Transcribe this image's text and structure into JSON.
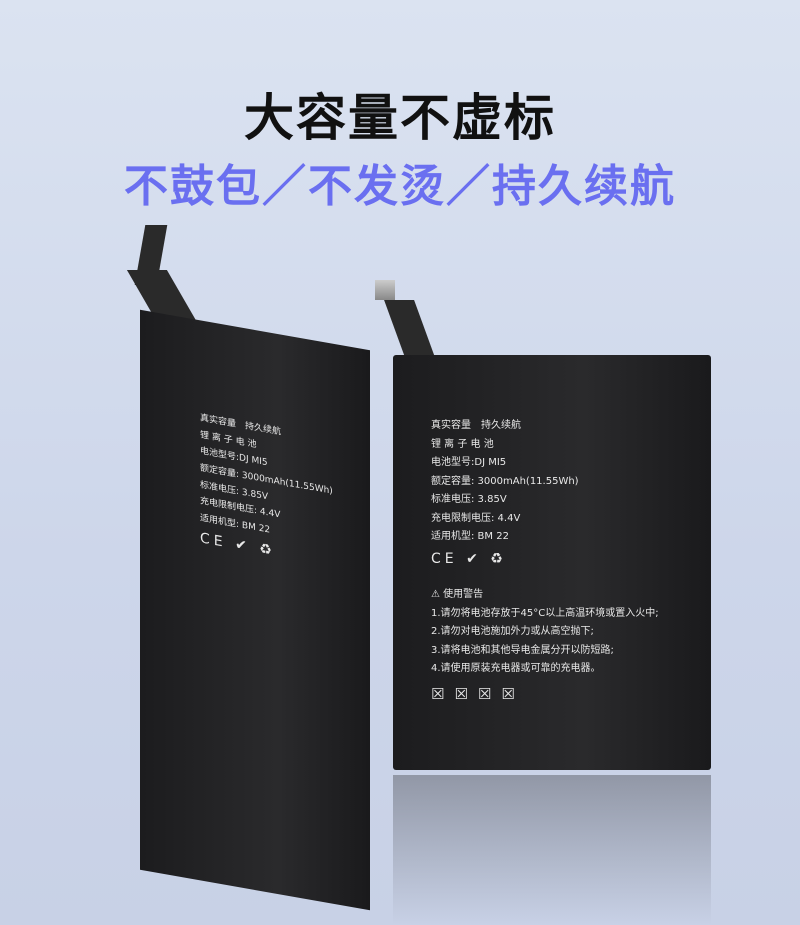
{
  "headline": "大容量不虚标",
  "subheadline": "不鼓包／不发烫／持久续航",
  "battery": {
    "line1": "真实容量　持久续航",
    "line2": "锂 离 子 电 池",
    "model": "电池型号:DJ MI5",
    "capacity": "额定容量: 3000mAh(11.55Wh)",
    "voltage": "标准电压: 3.85V",
    "charge_limit": "充电限制电压: 4.4V",
    "applicable": "适用机型: BM 22",
    "cert_marks": "CE ✔ ♻",
    "warning_title": "⚠ 使用警告",
    "warnings": [
      "1.请勿将电池存放于45°C以上高温环境或置入火中;",
      "2.请勿对电池施加外力或从高空抛下;",
      "3.请将电池和其他导电金属分开以防短路;",
      "4.请使用原装充电器或可靠的充电器。"
    ],
    "warn_icons": "☒☒☒☒"
  }
}
